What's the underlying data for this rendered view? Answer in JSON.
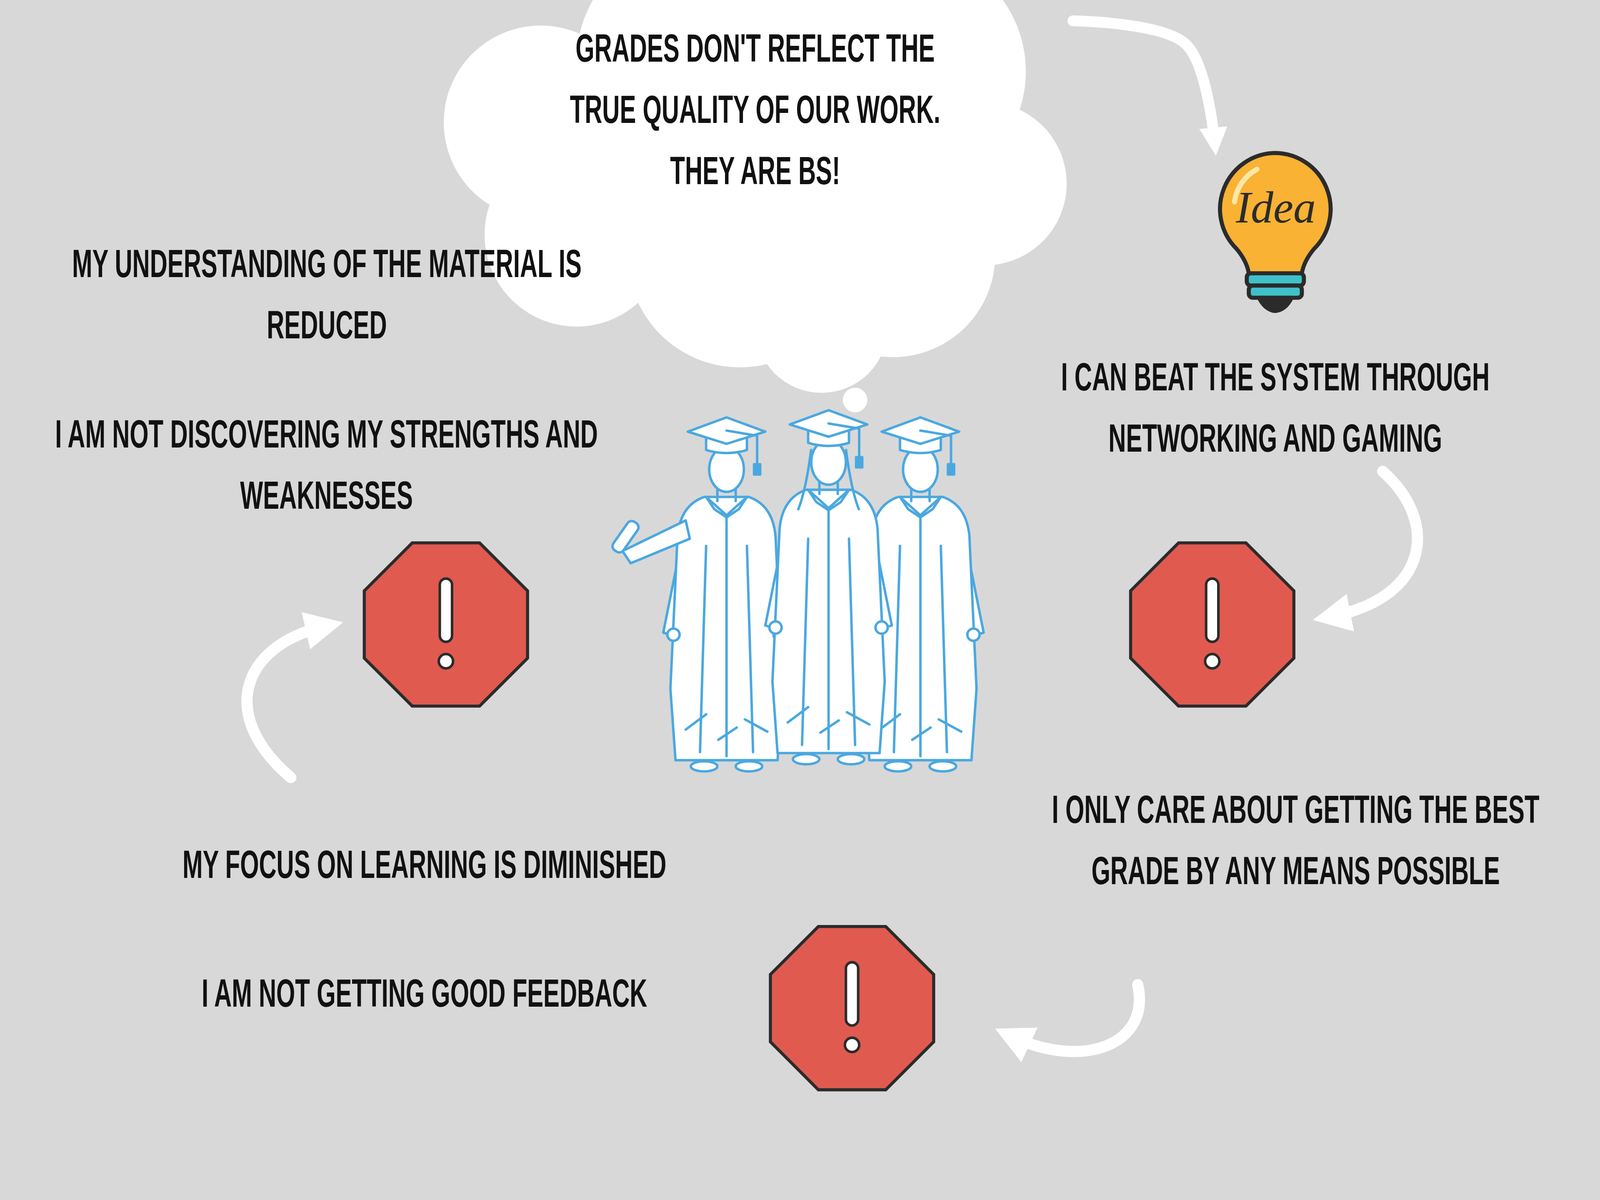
{
  "diagram": {
    "nodes": [
      {
        "text": [
          "GRADES DON'T REFLECT THE TRUE QUALITY OF OUR WORK. THEY ARE BS!"
        ]
      },
      {
        "text": [
          "Idea"
        ]
      }
    ],
    "edges": [
      {
        "from": 0,
        "to": 1,
        "arrow": "to"
      }
    ],
    "labels": [
      "I CAN BEAT THE SYSTEM THROUGH NETWORKING AND GAMING",
      "I ONLY CARE ABOUT GETTING THE BEST GRADE BY ANY MEANS POSSIBLE",
      "MY FOCUS ON LEARNING IS DIMINISHED",
      "I AM NOT GETTING GOOD FEEDBACK",
      "MY UNDERSTANDING OF THE MATERIAL IS REDUCED",
      "I AM NOT DISCOVERING MY STRENGTHS AND WEAKNESSES"
    ]
  }
}
